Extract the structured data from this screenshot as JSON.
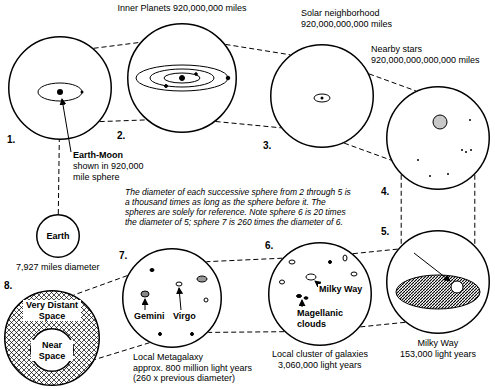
{
  "diagram": {
    "nodes": [
      {
        "text": [
          "Earth-Moon",
          "shown in 920,000 mile sphere"
        ]
      },
      {
        "text": [
          "Inner Planets 920,000,000 miles"
        ]
      },
      {
        "text": [
          "Solar neighborhood",
          "920,000,000,000 miles"
        ]
      },
      {
        "text": [
          "Nearby stars",
          "920,000,000,000,000 miles"
        ]
      },
      {
        "text": [
          "Earth",
          "7,927 miles diameter"
        ]
      },
      {
        "text": [
          "Milky Way",
          "153,000 light years"
        ]
      },
      {
        "text": [
          "Milky Way",
          "Magellanic clouds",
          "Local cluster of galaxies",
          "3,060,000 light years"
        ]
      },
      {
        "text": [
          "Gemini",
          "Virgo",
          "Local Metagalaxy",
          "approx. 800 million light years (260 x previous diameter)"
        ]
      },
      {
        "text": [
          "Very Distant Space"
        ]
      },
      {
        "text": [
          "Near Space"
        ],
        "in": 8
      }
    ],
    "edges": [
      {
        "from": 0,
        "to": 1,
        "arrow": "none"
      },
      {
        "from": 1,
        "to": 2,
        "arrow": "none"
      },
      {
        "from": 2,
        "to": 3,
        "arrow": "none"
      },
      {
        "from": 3,
        "to": 5,
        "arrow": "none"
      },
      {
        "from": 5,
        "to": 6,
        "arrow": "none"
      },
      {
        "from": 6,
        "to": 7,
        "arrow": "none"
      },
      {
        "from": 7,
        "to": 8,
        "arrow": "none"
      },
      {
        "from": 4,
        "to": 0,
        "arrow": "none"
      }
    ],
    "labels": [
      "1.",
      "2.",
      "3.",
      "4.",
      "5.",
      "6.",
      "7.",
      "8.",
      "The diameter of each successive sphere from 2 through 5 is a thousand times as long as the sphere before it. The spheres are solely for reference. Note sphere 6 is 20 times the diameter of 5; sphere 7 is 260 times the diameter of 6."
    ]
  }
}
